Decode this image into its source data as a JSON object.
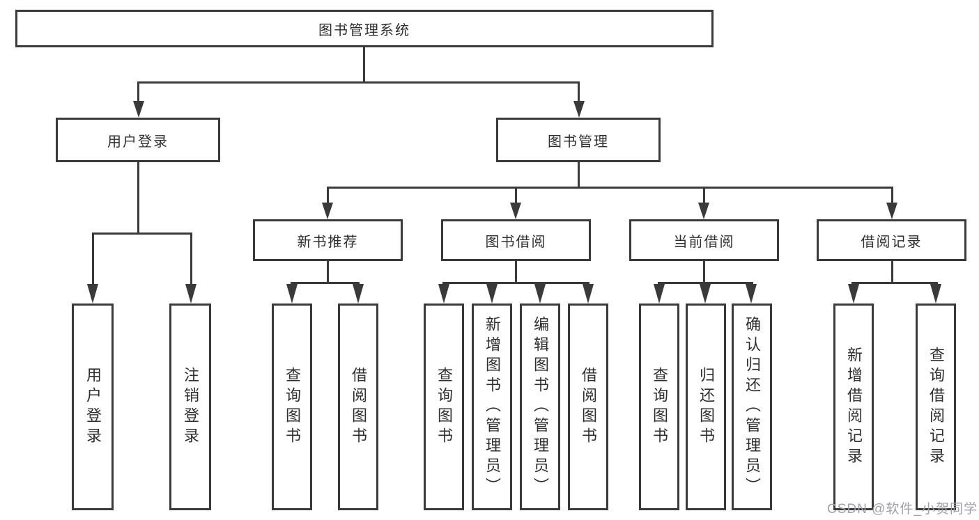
{
  "colors": {
    "line": "#3a3a3a",
    "text": "#2e2e2e",
    "box_bg": "#ffffff",
    "watermark": "#a0a0a8"
  },
  "diagram": {
    "root": "图书管理系统",
    "level2": {
      "user_login": "用户登录",
      "book_mgmt": "图书管理"
    },
    "level3": {
      "new_book": "新书推荐",
      "book_borrow": "图书借阅",
      "current_borrow": "当前借阅",
      "borrow_record": "借阅记录"
    },
    "leaves": {
      "user_login": [
        "用户登录",
        "注销登录"
      ],
      "new_book": [
        "查询图书",
        "借阅图书"
      ],
      "book_borrow": [
        "查询图书",
        "新增图书（管理员）",
        "编辑图书（管理员）",
        "借阅图书"
      ],
      "current_borrow": [
        "查询图书",
        "归还图书",
        "确认归还（管理员）"
      ],
      "borrow_record": [
        "新增借阅记录",
        "查询借阅记录"
      ]
    }
  },
  "watermark": "CSDN @软件_小贺同学"
}
